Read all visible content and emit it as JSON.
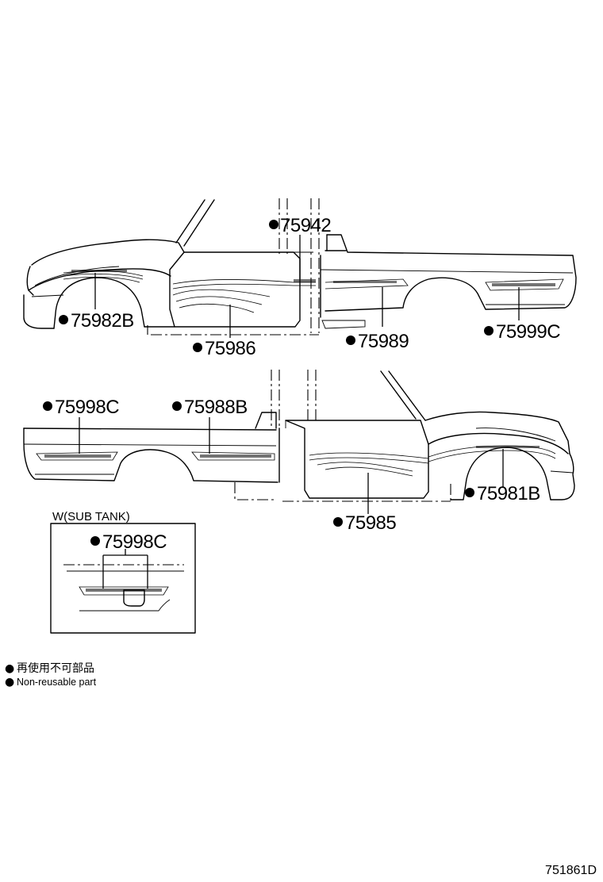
{
  "callouts": [
    {
      "id": "c1",
      "part_no": "75942",
      "marked": true
    },
    {
      "id": "c2",
      "part_no": "75982B",
      "marked": true
    },
    {
      "id": "c3",
      "part_no": "75986",
      "marked": true
    },
    {
      "id": "c4",
      "part_no": "75989",
      "marked": true
    },
    {
      "id": "c5",
      "part_no": "75999C",
      "marked": true
    },
    {
      "id": "c6",
      "part_no": "75998C",
      "marked": true
    },
    {
      "id": "c7",
      "part_no": "75988B",
      "marked": true
    },
    {
      "id": "c8",
      "part_no": "75981B",
      "marked": true
    },
    {
      "id": "c9",
      "part_no": "75985",
      "marked": true
    }
  ],
  "inset": {
    "title": "W(SUB TANK)",
    "part_no": "75998C"
  },
  "legend": {
    "symbol": "●",
    "japanese": "再使用不可部品",
    "english": "Non-reusable part"
  },
  "illustration_code": "751861D"
}
